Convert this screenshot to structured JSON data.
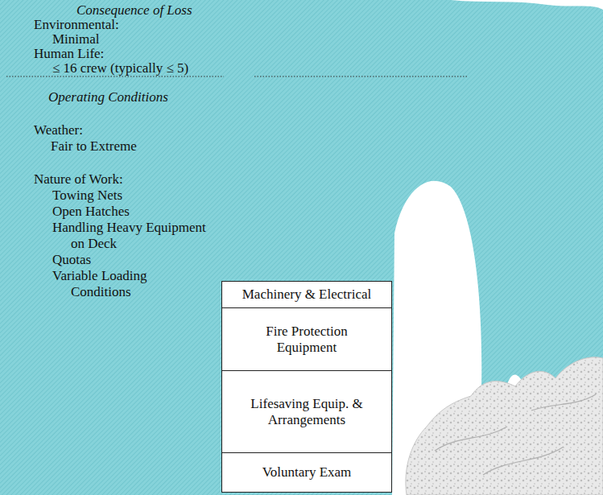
{
  "diagram": {
    "nodes": [
      {
        "text": [
          "Machinery & Electrical"
        ]
      },
      {
        "text": [
          "Fire Protection Equipment"
        ]
      },
      {
        "text": [
          "Lifesaving Equip. & Arrangements"
        ]
      },
      {
        "text": [
          "Voluntary Exam"
        ]
      }
    ],
    "labels": [
      "Consequence of Loss",
      "Environmental:",
      "Minimal",
      "Human Life:",
      "≤ 16 crew (typically ≤ 5)",
      "Operating Conditions",
      "Weather:",
      "Fair to Extreme",
      "Nature of Work:",
      "Towing Nets",
      "Open Hatches",
      "Handling Heavy Equipment on Deck",
      "Quotas",
      "Variable Loading Conditions"
    ]
  }
}
